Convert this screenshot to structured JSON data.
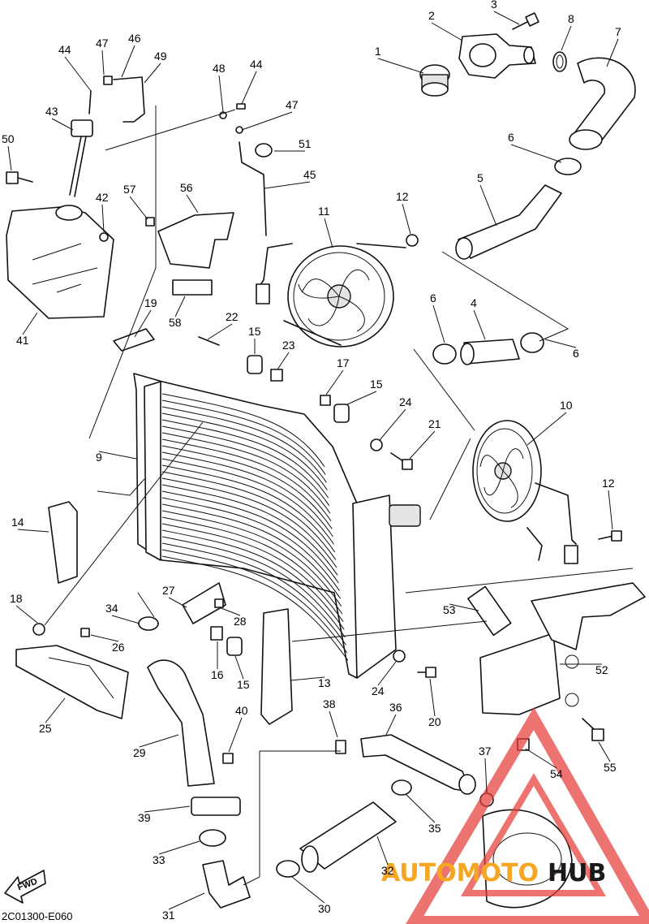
{
  "diagram_code": "2C01300-E060",
  "fwd_label": "FWD",
  "watermark": {
    "text_left": "AUTOMOTO",
    "text_right": "HUB",
    "color_left": "#f5a623",
    "color_right": "#1a1a1a",
    "logo_color": "#e53935"
  },
  "callouts": [
    {
      "id": "c1",
      "label": "1"
    },
    {
      "id": "c2",
      "label": "2"
    },
    {
      "id": "c3",
      "label": "3"
    },
    {
      "id": "c4",
      "label": "4"
    },
    {
      "id": "c5",
      "label": "5"
    },
    {
      "id": "c6a",
      "label": "6"
    },
    {
      "id": "c6b",
      "label": "6"
    },
    {
      "id": "c6c",
      "label": "6"
    },
    {
      "id": "c7",
      "label": "7"
    },
    {
      "id": "c8",
      "label": "8"
    },
    {
      "id": "c9",
      "label": "9"
    },
    {
      "id": "c10",
      "label": "10"
    },
    {
      "id": "c11",
      "label": "11"
    },
    {
      "id": "c12a",
      "label": "12"
    },
    {
      "id": "c12b",
      "label": "12"
    },
    {
      "id": "c13",
      "label": "13"
    },
    {
      "id": "c14",
      "label": "14"
    },
    {
      "id": "c15a",
      "label": "15"
    },
    {
      "id": "c15b",
      "label": "15"
    },
    {
      "id": "c15c",
      "label": "15"
    },
    {
      "id": "c16",
      "label": "16"
    },
    {
      "id": "c17",
      "label": "17"
    },
    {
      "id": "c18",
      "label": "18"
    },
    {
      "id": "c19",
      "label": "19"
    },
    {
      "id": "c20",
      "label": "20"
    },
    {
      "id": "c21",
      "label": "21"
    },
    {
      "id": "c22",
      "label": "22"
    },
    {
      "id": "c23",
      "label": "23"
    },
    {
      "id": "c24a",
      "label": "24"
    },
    {
      "id": "c24b",
      "label": "24"
    },
    {
      "id": "c25",
      "label": "25"
    },
    {
      "id": "c26",
      "label": "26"
    },
    {
      "id": "c27",
      "label": "27"
    },
    {
      "id": "c28",
      "label": "28"
    },
    {
      "id": "c29",
      "label": "29"
    },
    {
      "id": "c30",
      "label": "30"
    },
    {
      "id": "c31",
      "label": "31"
    },
    {
      "id": "c32",
      "label": "32"
    },
    {
      "id": "c33",
      "label": "33"
    },
    {
      "id": "c34",
      "label": "34"
    },
    {
      "id": "c35",
      "label": "35"
    },
    {
      "id": "c36",
      "label": "36"
    },
    {
      "id": "c37",
      "label": "37"
    },
    {
      "id": "c38",
      "label": "38"
    },
    {
      "id": "c39",
      "label": "39"
    },
    {
      "id": "c40",
      "label": "40"
    },
    {
      "id": "c41",
      "label": "41"
    },
    {
      "id": "c42",
      "label": "42"
    },
    {
      "id": "c43",
      "label": "43"
    },
    {
      "id": "c44a",
      "label": "44"
    },
    {
      "id": "c44b",
      "label": "44"
    },
    {
      "id": "c45",
      "label": "45"
    },
    {
      "id": "c46",
      "label": "46"
    },
    {
      "id": "c47a",
      "label": "47"
    },
    {
      "id": "c47b",
      "label": "47"
    },
    {
      "id": "c48",
      "label": "48"
    },
    {
      "id": "c49",
      "label": "49"
    },
    {
      "id": "c50",
      "label": "50"
    },
    {
      "id": "c51",
      "label": "51"
    },
    {
      "id": "c52",
      "label": "52"
    },
    {
      "id": "c53",
      "label": "53"
    },
    {
      "id": "c54",
      "label": "54"
    },
    {
      "id": "c55",
      "label": "55"
    },
    {
      "id": "c56",
      "label": "56"
    },
    {
      "id": "c57",
      "label": "57"
    },
    {
      "id": "c58",
      "label": "58"
    }
  ]
}
